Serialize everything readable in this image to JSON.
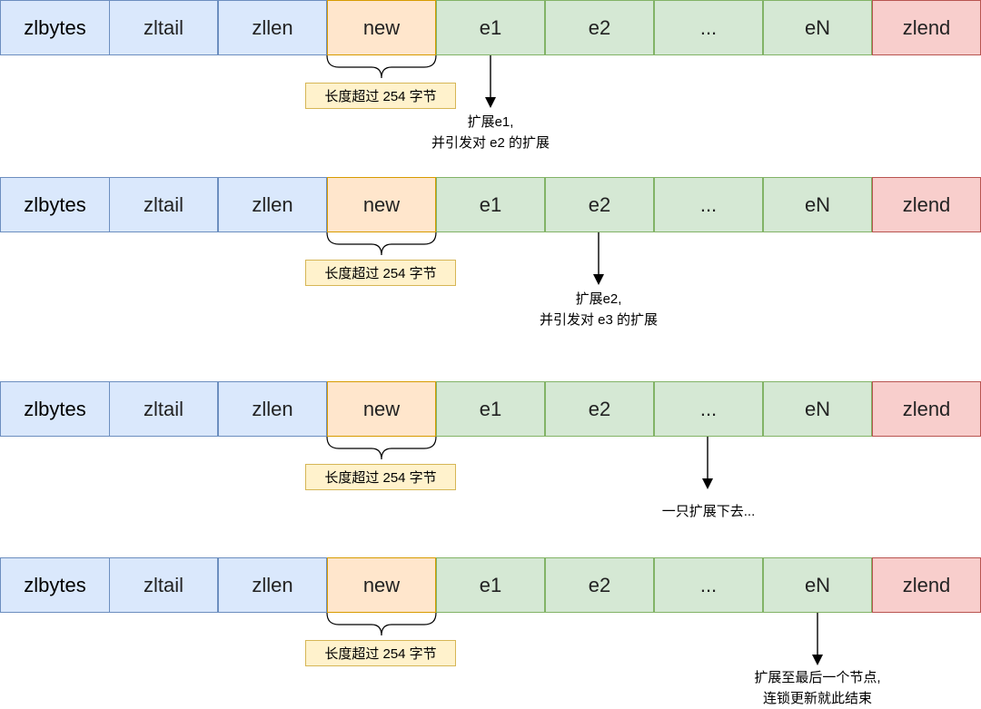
{
  "rows": [
    {
      "cells": [
        "zlbytes",
        "zltail",
        "zllen",
        "new",
        "e1",
        "e2",
        "...",
        "eN",
        "zlend"
      ],
      "label": "长度超过 254 字节",
      "note": [
        "扩展e1,",
        "并引发对 e2 的扩展"
      ]
    },
    {
      "cells": [
        "zlbytes",
        "zltail",
        "zllen",
        "new",
        "e1",
        "e2",
        "...",
        "eN",
        "zlend"
      ],
      "label": "长度超过 254 字节",
      "note": [
        "扩展e2,",
        "并引发对 e3 的扩展"
      ]
    },
    {
      "cells": [
        "zlbytes",
        "zltail",
        "zllen",
        "new",
        "e1",
        "e2",
        "...",
        "eN",
        "zlend"
      ],
      "label": "长度超过 254 字节",
      "note": [
        "一只扩展下去..."
      ]
    },
    {
      "cells": [
        "zlbytes",
        "zltail",
        "zllen",
        "new",
        "e1",
        "e2",
        "...",
        "eN",
        "zlend"
      ],
      "label": "长度超过 254 字节",
      "note": [
        "扩展至最后一个节点,",
        "连锁更新就此结束"
      ]
    }
  ],
  "colors": {
    "header_fill": "#dae8fc",
    "new_fill": "#ffe6cc",
    "entry_fill": "#d5e8d4",
    "end_fill": "#f8cecc",
    "label_fill": "#fff2cc"
  }
}
